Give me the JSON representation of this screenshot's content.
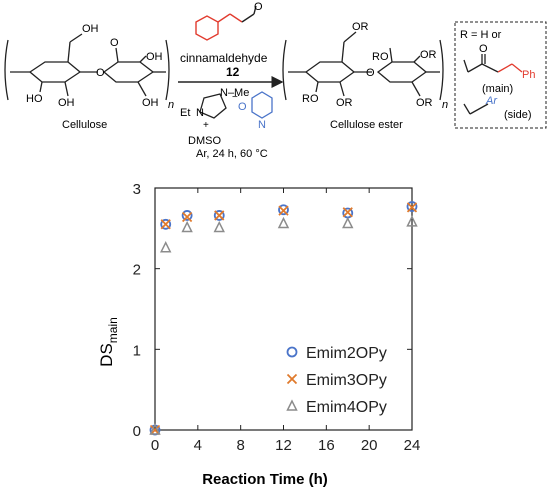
{
  "scheme": {
    "reactant_label": "Cellulose",
    "product_label": "Cellulose ester",
    "reagent_name": "cinnamaldehyde",
    "reagent_number": "12",
    "catalyst": {
      "methyl": "N–Me",
      "ethyl": "Et",
      "ring_n": "N",
      "cation_charge": "+",
      "anion_charge": "−",
      "anion_o": "O",
      "pyridine_n": "N"
    },
    "solvent": "DMSO",
    "conditions": "Ar, 24 h, 60 °C",
    "aldehyde_o": "O",
    "repeat_n": "n",
    "ring_groups": {
      "oh": "OH",
      "ho": "HO",
      "o": "O",
      "or": "OR",
      "ro": "RO"
    },
    "legend_box": {
      "r_def": "R = H  or",
      "carbonyl_o": "O",
      "ph": "Ph",
      "main": "(main)",
      "ar": "Ar",
      "side": "(side)"
    }
  },
  "chart_data": {
    "type": "scatter",
    "xlabel": "Reaction Time (h)",
    "ylabel": "DS",
    "ylabel_sub": "main",
    "xlim": [
      0,
      24
    ],
    "ylim": [
      0,
      3
    ],
    "xticks": [
      0,
      4,
      8,
      12,
      16,
      20,
      24
    ],
    "yticks": [
      0,
      1,
      2,
      3
    ],
    "grid": false,
    "legend_position": "bottom-right",
    "series": [
      {
        "name": "Emim2OPy",
        "marker": "circle",
        "color": "#4a74c9",
        "x": [
          0,
          1,
          3,
          6,
          12,
          18,
          24
        ],
        "y": [
          0.0,
          2.55,
          2.66,
          2.66,
          2.73,
          2.69,
          2.77
        ]
      },
      {
        "name": "Emim3OPy",
        "marker": "cross",
        "color": "#e07a2c",
        "x": [
          0,
          1,
          3,
          6,
          12,
          18,
          24
        ],
        "y": [
          0.0,
          2.55,
          2.64,
          2.66,
          2.72,
          2.7,
          2.76
        ]
      },
      {
        "name": "Emim4OPy",
        "marker": "triangle",
        "color": "#8c8c8c",
        "x": [
          0,
          1,
          3,
          6,
          12,
          18,
          24
        ],
        "y": [
          0.0,
          2.26,
          2.51,
          2.51,
          2.56,
          2.56,
          2.58
        ]
      }
    ]
  }
}
